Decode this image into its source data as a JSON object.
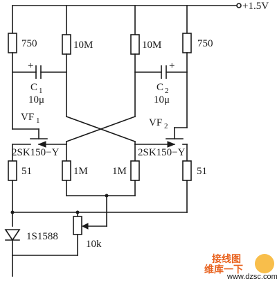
{
  "supply": {
    "label": "+1.5V"
  },
  "resistors": {
    "r_load_left": "750",
    "r_gate_left": "10M",
    "r_gate_right": "10M",
    "r_load_right": "750",
    "r_source_left": "51",
    "r_bias_left": "1M",
    "r_bias_right": "1M",
    "r_source_right": "51"
  },
  "capacitors": {
    "c1": {
      "name": "C",
      "sub": "1",
      "value": "10μ",
      "polarity": "+"
    },
    "c2": {
      "name": "C",
      "sub": "2",
      "value": "10μ",
      "polarity": "+"
    }
  },
  "transistors": {
    "q1": {
      "name": "VF",
      "sub": "1",
      "part": "2SK150−Y"
    },
    "q2": {
      "name": "VF",
      "sub": "2",
      "part": "2SK150−Y"
    }
  },
  "diode": {
    "part": "1S1588"
  },
  "trimmer": {
    "value": "10k"
  },
  "watermark": {
    "brand_top": "接线图",
    "brand_bottom": "维库一下",
    "site": "www.dzsc.com"
  }
}
